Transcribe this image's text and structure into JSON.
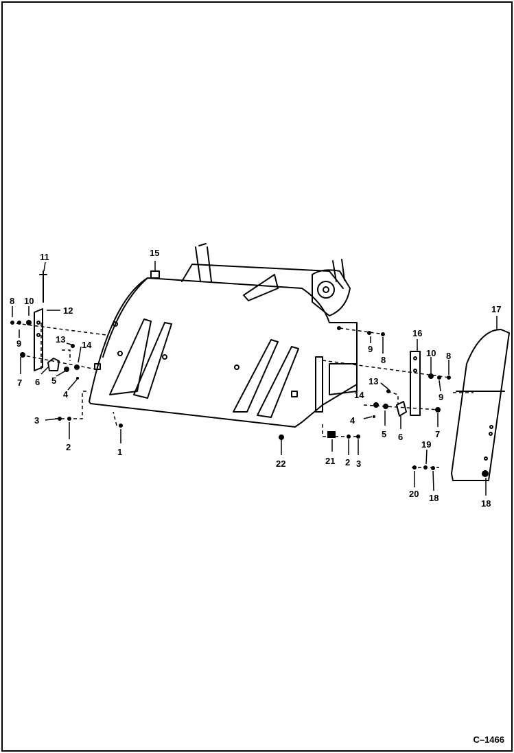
{
  "figure_code": "C–1466",
  "callouts": {
    "c1": "1",
    "c2a": "2",
    "c2b": "2",
    "c3a": "3",
    "c3b": "3",
    "c4a": "4",
    "c4b": "4",
    "c5a": "5",
    "c5b": "5",
    "c6a": "6",
    "c6b": "6",
    "c7a": "7",
    "c7b": "7",
    "c8a": "8",
    "c8b": "8",
    "c8c": "8",
    "c9a": "9",
    "c9b": "9",
    "c9c": "9",
    "c10a": "10",
    "c10b": "10",
    "c11": "11",
    "c12": "12",
    "c13a": "13",
    "c13b": "13",
    "c14a": "14",
    "c14b": "14",
    "c15": "15",
    "c16": "16",
    "c17": "17",
    "c18a": "18",
    "c18b": "18",
    "c19": "19",
    "c20": "20",
    "c21": "21",
    "c22": "22"
  }
}
